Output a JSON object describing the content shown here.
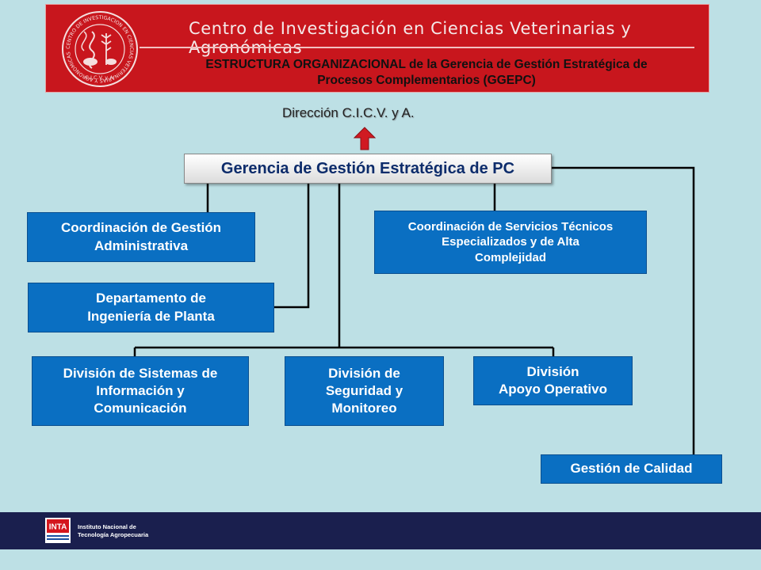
{
  "header": {
    "title": "Centro de Investigación en Ciencias Veterinarias y Agronómicas",
    "subtitle_line1": "ESTRUCTURA ORGANIZACIONAL de la Gerencia de Gestión Estratégica de",
    "subtitle_line2": "Procesos Complementarios (GGEPC)",
    "logo_text": "CENTRO DE INVESTIGACION EN CIENCIAS VETERINARIAS Y AGRONOMICAS",
    "logo_abbrev": "C.I.C.V. y A."
  },
  "org": {
    "direccion": "Dirección  C.I.C.V. y A.",
    "gerencia": "Gerencia de Gestión Estratégica de PC",
    "coord_admin": [
      "Coordinación de Gestión",
      "Administrativa"
    ],
    "coord_servicios": [
      "Coordinación de Servicios Técnicos",
      "Especializados y de Alta",
      "Complejidad"
    ],
    "depto_ingenieria": [
      "Departamento de",
      "Ingeniería de Planta"
    ],
    "div_sistemas": [
      "División de Sistemas de",
      "Información y",
      "Comunicación"
    ],
    "div_seguridad": [
      "División de",
      "Seguridad y",
      "Monitoreo"
    ],
    "div_apoyo": [
      "División",
      "Apoyo Operativo"
    ],
    "gestion_calidad": "Gestión de Calidad"
  },
  "footer": {
    "logo_text": "INTA",
    "org_line1": "Instituto Nacional de",
    "org_line2": "Tecnología Agropecuaria"
  },
  "colors": {
    "header_bg": "#c8161d",
    "box_bg": "#0a6fc2",
    "footer_bg": "#1a1f4e",
    "page_bg": "#bde0e5"
  }
}
